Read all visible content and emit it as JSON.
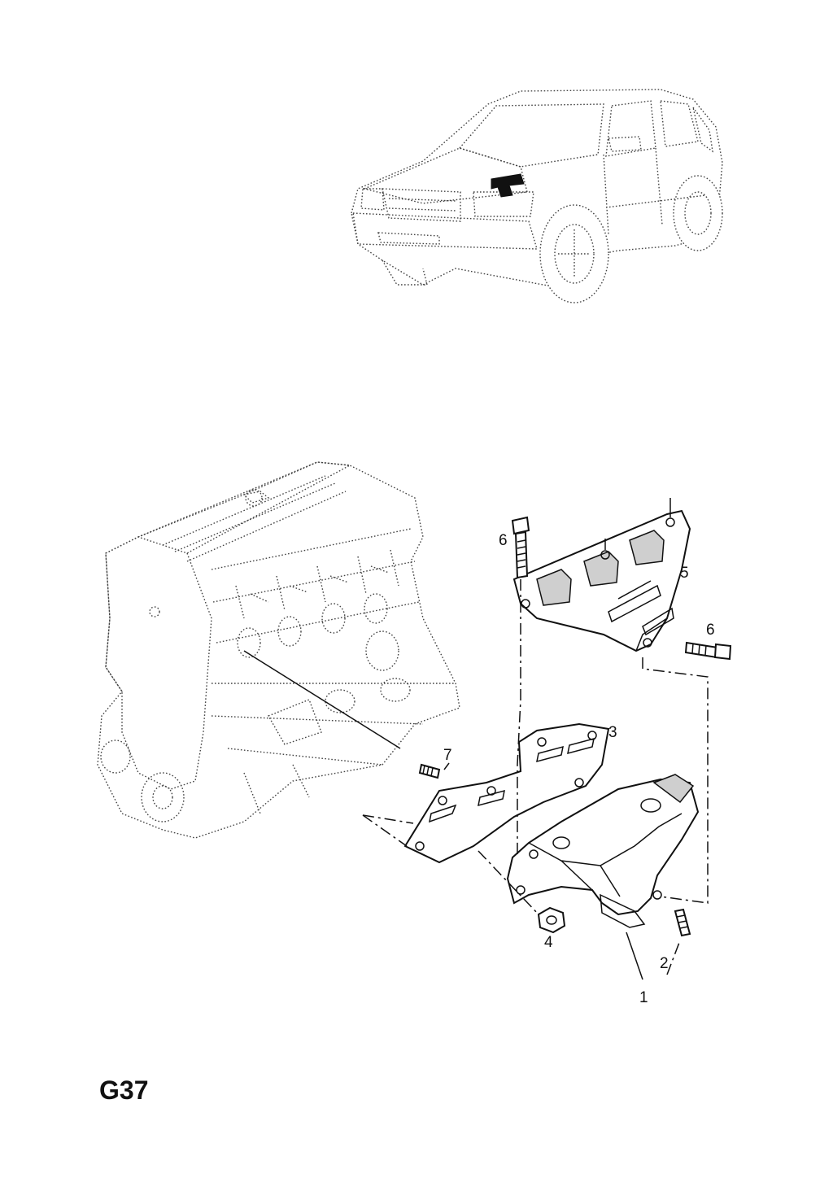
{
  "diagram": {
    "page_code": "G37",
    "callouts": [
      {
        "id": "1",
        "text": "1"
      },
      {
        "id": "2",
        "text": "2"
      },
      {
        "id": "3",
        "text": "3"
      },
      {
        "id": "4",
        "text": "4"
      },
      {
        "id": "5",
        "text": "5"
      },
      {
        "id": "6a",
        "text": "6"
      },
      {
        "id": "6b",
        "text": "6"
      },
      {
        "id": "7",
        "text": "7"
      }
    ]
  }
}
